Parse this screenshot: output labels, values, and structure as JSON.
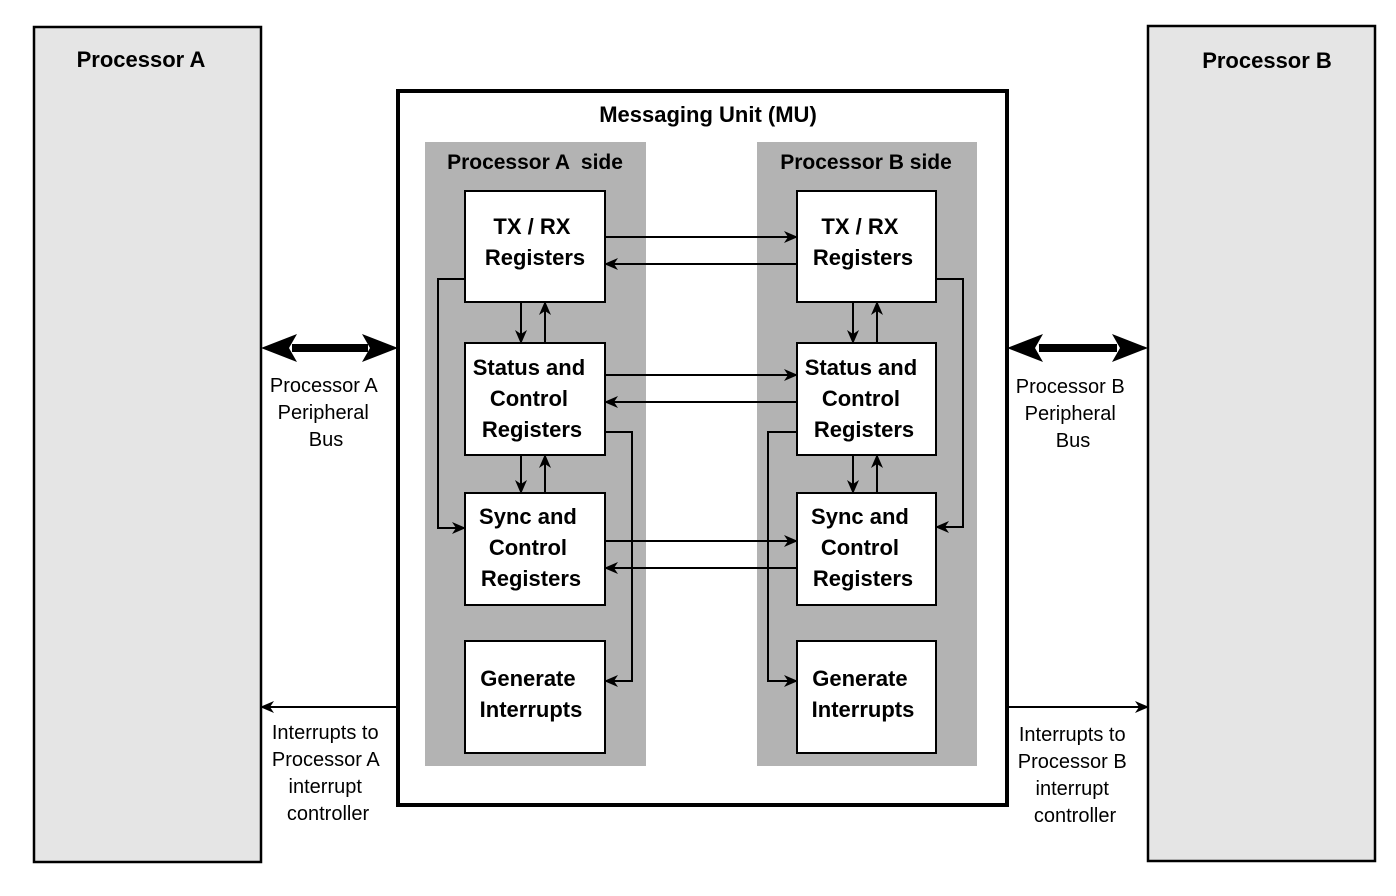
{
  "processor_a": {
    "title": "Processor A"
  },
  "processor_b": {
    "title": "Processor B"
  },
  "mu": {
    "title": "Messaging Unit (MU)"
  },
  "side_a": {
    "title": "Processor A  side",
    "tx_rx": [
      "TX / RX",
      "Registers"
    ],
    "status": [
      "Status and",
      "Control",
      "Registers"
    ],
    "sync": [
      "Sync and",
      "Control",
      "Registers"
    ],
    "interrupts": [
      "Generate",
      "Interrupts"
    ]
  },
  "side_b": {
    "title": "Processor B side",
    "tx_rx": [
      "TX / RX",
      "Registers"
    ],
    "status": [
      "Status and",
      "Control",
      "Registers"
    ],
    "sync": [
      "Sync and",
      "Control",
      "Registers"
    ],
    "interrupts": [
      "Generate",
      "Interrupts"
    ]
  },
  "labels": {
    "bus_a": [
      "Processor A",
      "Peripheral",
      "Bus"
    ],
    "bus_b": [
      "Processor B",
      "Peripheral",
      "Bus"
    ],
    "int_a": [
      "Interrupts to",
      "Processor A",
      "interrupt",
      "controller"
    ],
    "int_b": [
      "Interrupts to",
      "Processor B",
      "interrupt",
      "controller"
    ]
  },
  "colors": {
    "processor_fill": "#e5e5e5",
    "side_fill": "#b3b3b3",
    "line": "#000000",
    "box_fill": "#ffffff"
  }
}
